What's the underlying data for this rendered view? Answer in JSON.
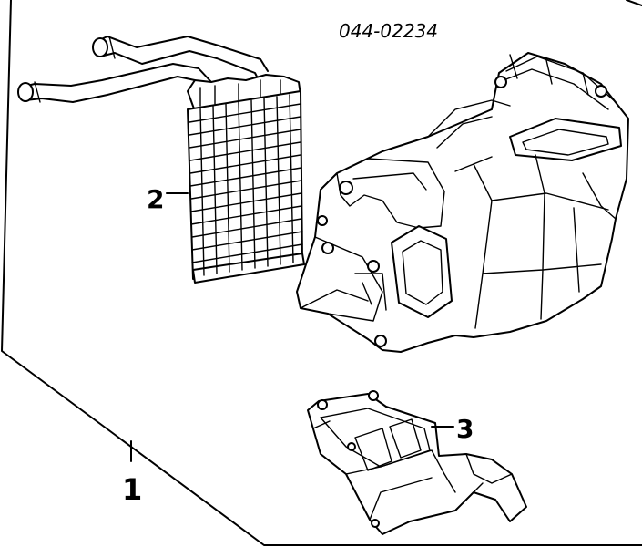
{
  "part_number": "044-02234",
  "callouts": [
    {
      "id": "1"
    },
    {
      "id": "2"
    },
    {
      "id": "3"
    }
  ],
  "colors": {
    "ink": "#000000",
    "paper": "#ffffff"
  }
}
